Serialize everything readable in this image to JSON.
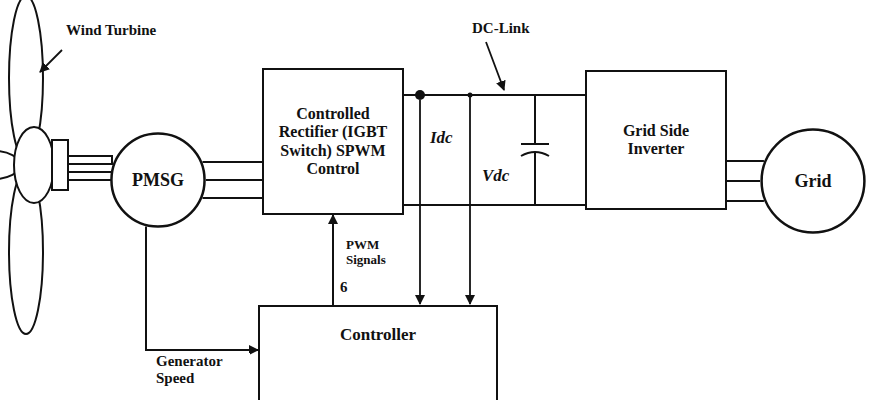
{
  "diagram": {
    "nodes": [
      {
        "text": [
          "PMSG"
        ]
      },
      {
        "text": [
          "Controlled Rectifier (IGBT Switch) SPWM Control"
        ]
      },
      {
        "text": [
          "Grid Side Inverter"
        ]
      },
      {
        "text": [
          "Grid"
        ]
      },
      {
        "text": [
          "Controller"
        ]
      }
    ],
    "edges": [
      {
        "from": 0,
        "to": 1,
        "arrow": "none"
      },
      {
        "from": 1,
        "to": 2,
        "arrow": "none"
      },
      {
        "from": 2,
        "to": 3,
        "arrow": "none"
      },
      {
        "from": 4,
        "to": 1,
        "label": "6",
        "arrow": "to"
      },
      {
        "from": 0,
        "to": 4,
        "label": "Generator Speed",
        "arrow": "to"
      }
    ],
    "labels": [
      "Wind Turbine",
      "DC-Link",
      "Idc",
      "Vdc",
      "PWM Signals"
    ]
  }
}
